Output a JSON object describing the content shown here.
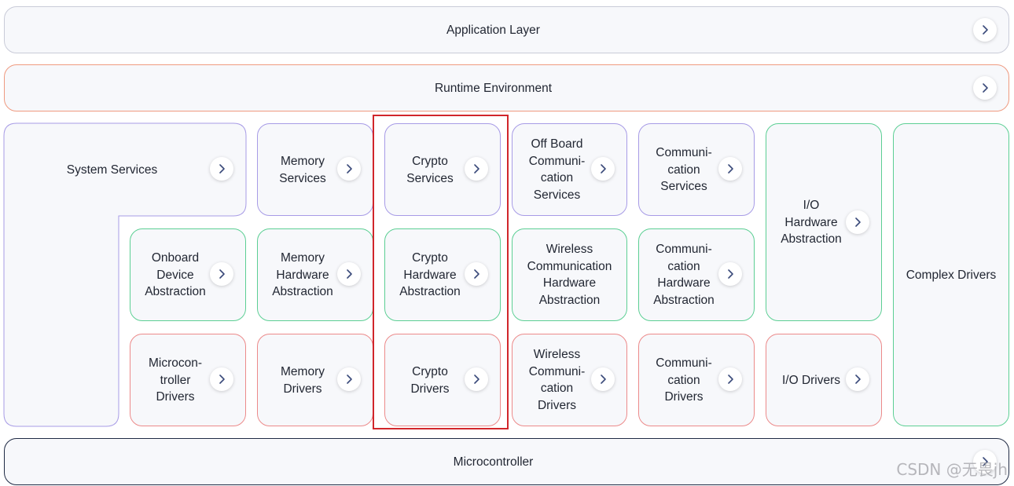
{
  "layers": {
    "application": "Application Layer",
    "runtime": "Runtime Environment",
    "microcontroller": "Microcontroller"
  },
  "services": {
    "system": "System Services",
    "memory": "Memory\nServices",
    "crypto": "Crypto\nServices",
    "offboard": "Off Board\nCommuni-\ncation\nServices",
    "communication": "Communi-\ncation\nServices"
  },
  "abstraction": {
    "onboard": "Onboard\nDevice\nAbstraction",
    "memory": "Memory\nHardware\nAbstraction",
    "crypto": "Crypto\nHardware\nAbstraction",
    "wireless": "Wireless\nCommunication\nHardware\nAbstraction",
    "communication": "Communi-\ncation\nHardware\nAbstraction",
    "io": "I/O\nHardware\nAbstraction"
  },
  "drivers": {
    "microcontroller": "Microcon-\ntroller\nDrivers",
    "memory": "Memory\nDrivers",
    "crypto": "Crypto\nDrivers",
    "wireless": "Wireless\nCommuni-\ncation\nDrivers",
    "communication": "Communi-\ncation\nDrivers",
    "io": "I/O Drivers"
  },
  "complex": "Complex Drivers",
  "watermark": "CSDN @无畏jh",
  "colors": {
    "services_border": "#a79be6",
    "abstraction_border": "#5ccf94",
    "drivers_border": "#ec8a8a",
    "runtime_border": "#ef9a80",
    "microcontroller_border": "#1f2a44",
    "highlight": "#d1262b"
  },
  "icons": {
    "expand": "chevron-right-icon"
  }
}
